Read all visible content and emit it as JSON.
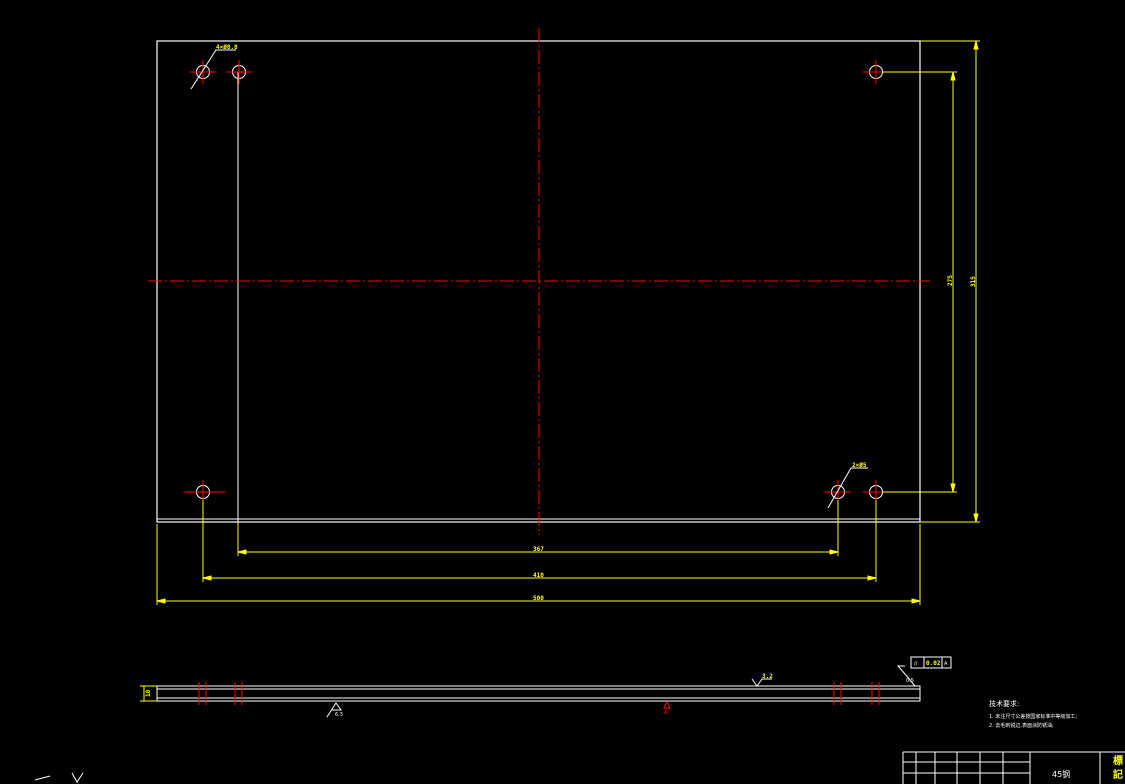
{
  "drawing": {
    "colors": {
      "background": "#000000",
      "outline": "#ffffff",
      "dimension": "#ffff00",
      "centerline": "#ff0000"
    },
    "dimensions": {
      "hole_spec_top_left": "4×Ø8.8",
      "hole_spec_bottom_right": "2×Ø5",
      "length_inner": "367",
      "length_middle": "410",
      "length_overall": "500",
      "height_inner": "275",
      "height_overall": "315",
      "thickness": "10"
    },
    "side_view": {
      "roughness_top": "3.2",
      "roughness_bottom": "6.3",
      "chamfer": "0.5",
      "datum_label": "A",
      "tolerance_symbol": "//",
      "tolerance_value": "0.02",
      "tolerance_datum": "A"
    },
    "notes": {
      "heading": "技术要求:",
      "line1": "1. 未注尺寸公差按国家标准中等级加工;",
      "line2": "2. 去毛刺锐边,表面涂防锈油;"
    },
    "title_block": {
      "material": "45钢",
      "side_label_1": "標",
      "side_label_2": "記"
    }
  }
}
